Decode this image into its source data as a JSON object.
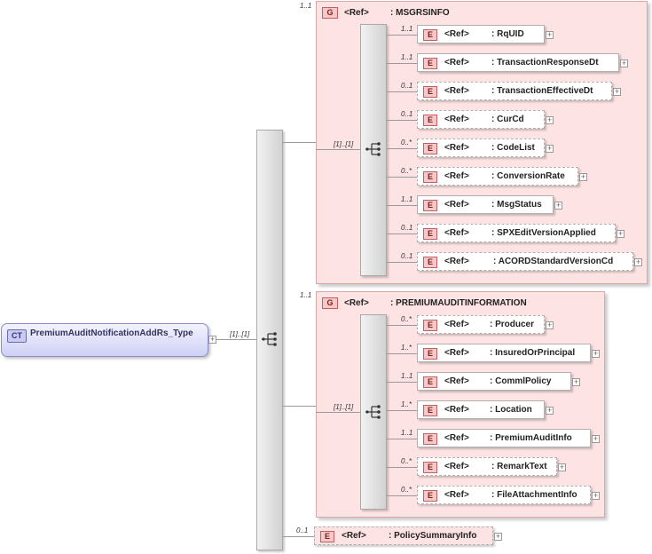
{
  "root": {
    "badge": "CT",
    "name": "PremiumAuditNotificationAddRs_Type",
    "seq_cardinality": "[1]..[1]"
  },
  "groups": [
    {
      "badge": "G",
      "ref": "<Ref>",
      "name": ": MSGRSINFO",
      "cardinality": "1..1",
      "seq_cardinality": "[1]..[1]",
      "elements": [
        {
          "badge": "E",
          "ref": "<Ref>",
          "name": ": RqUID",
          "cardinality": "1..1",
          "optional": false,
          "plus": "+"
        },
        {
          "badge": "E",
          "ref": "<Ref>",
          "name": ": TransactionResponseDt",
          "cardinality": "1..1",
          "optional": false,
          "plus": "+"
        },
        {
          "badge": "E",
          "ref": "<Ref>",
          "name": ": TransactionEffectiveDt",
          "cardinality": "0..1",
          "optional": true,
          "plus": "+"
        },
        {
          "badge": "E",
          "ref": "<Ref>",
          "name": ": CurCd",
          "cardinality": "0..1",
          "optional": true,
          "plus": "+"
        },
        {
          "badge": "E",
          "ref": "<Ref>",
          "name": ": CodeList",
          "cardinality": "0..*",
          "optional": true,
          "plus": "+"
        },
        {
          "badge": "E",
          "ref": "<Ref>",
          "name": ": ConversionRate",
          "cardinality": "0..*",
          "optional": true,
          "plus": "+"
        },
        {
          "badge": "E",
          "ref": "<Ref>",
          "name": ": MsgStatus",
          "cardinality": "1..1",
          "optional": false,
          "plus": "+"
        },
        {
          "badge": "E",
          "ref": "<Ref>",
          "name": ": SPXEditVersionApplied",
          "cardinality": "0..1",
          "optional": true,
          "plus": "+"
        },
        {
          "badge": "E",
          "ref": "<Ref>",
          "name": ": ACORDStandardVersionCd",
          "cardinality": "0..1",
          "optional": true,
          "plus": "+"
        }
      ]
    },
    {
      "badge": "G",
      "ref": "<Ref>",
      "name": ": PREMIUMAUDITINFORMATION",
      "cardinality": "1..1",
      "seq_cardinality": "[1]..[1]",
      "elements": [
        {
          "badge": "E",
          "ref": "<Ref>",
          "name": ": Producer",
          "cardinality": "0..*",
          "optional": true,
          "plus": "+"
        },
        {
          "badge": "E",
          "ref": "<Ref>",
          "name": ": InsuredOrPrincipal",
          "cardinality": "1..*",
          "optional": false,
          "plus": "+"
        },
        {
          "badge": "E",
          "ref": "<Ref>",
          "name": ": CommlPolicy",
          "cardinality": "1..1",
          "optional": false,
          "plus": "+"
        },
        {
          "badge": "E",
          "ref": "<Ref>",
          "name": ": Location",
          "cardinality": "1..*",
          "optional": false,
          "plus": "+"
        },
        {
          "badge": "E",
          "ref": "<Ref>",
          "name": ": PremiumAuditInfo",
          "cardinality": "1..1",
          "optional": false,
          "plus": "+"
        },
        {
          "badge": "E",
          "ref": "<Ref>",
          "name": ": RemarkText",
          "cardinality": "0..*",
          "optional": true,
          "plus": "+"
        },
        {
          "badge": "E",
          "ref": "<Ref>",
          "name": ": FileAttachmentInfo",
          "cardinality": "0..*",
          "optional": true,
          "plus": "+"
        }
      ]
    }
  ],
  "trailing_element": {
    "badge": "E",
    "ref": "<Ref>",
    "name": ": PolicySummaryInfo",
    "cardinality": "0..1",
    "optional": true,
    "plus": "+"
  }
}
